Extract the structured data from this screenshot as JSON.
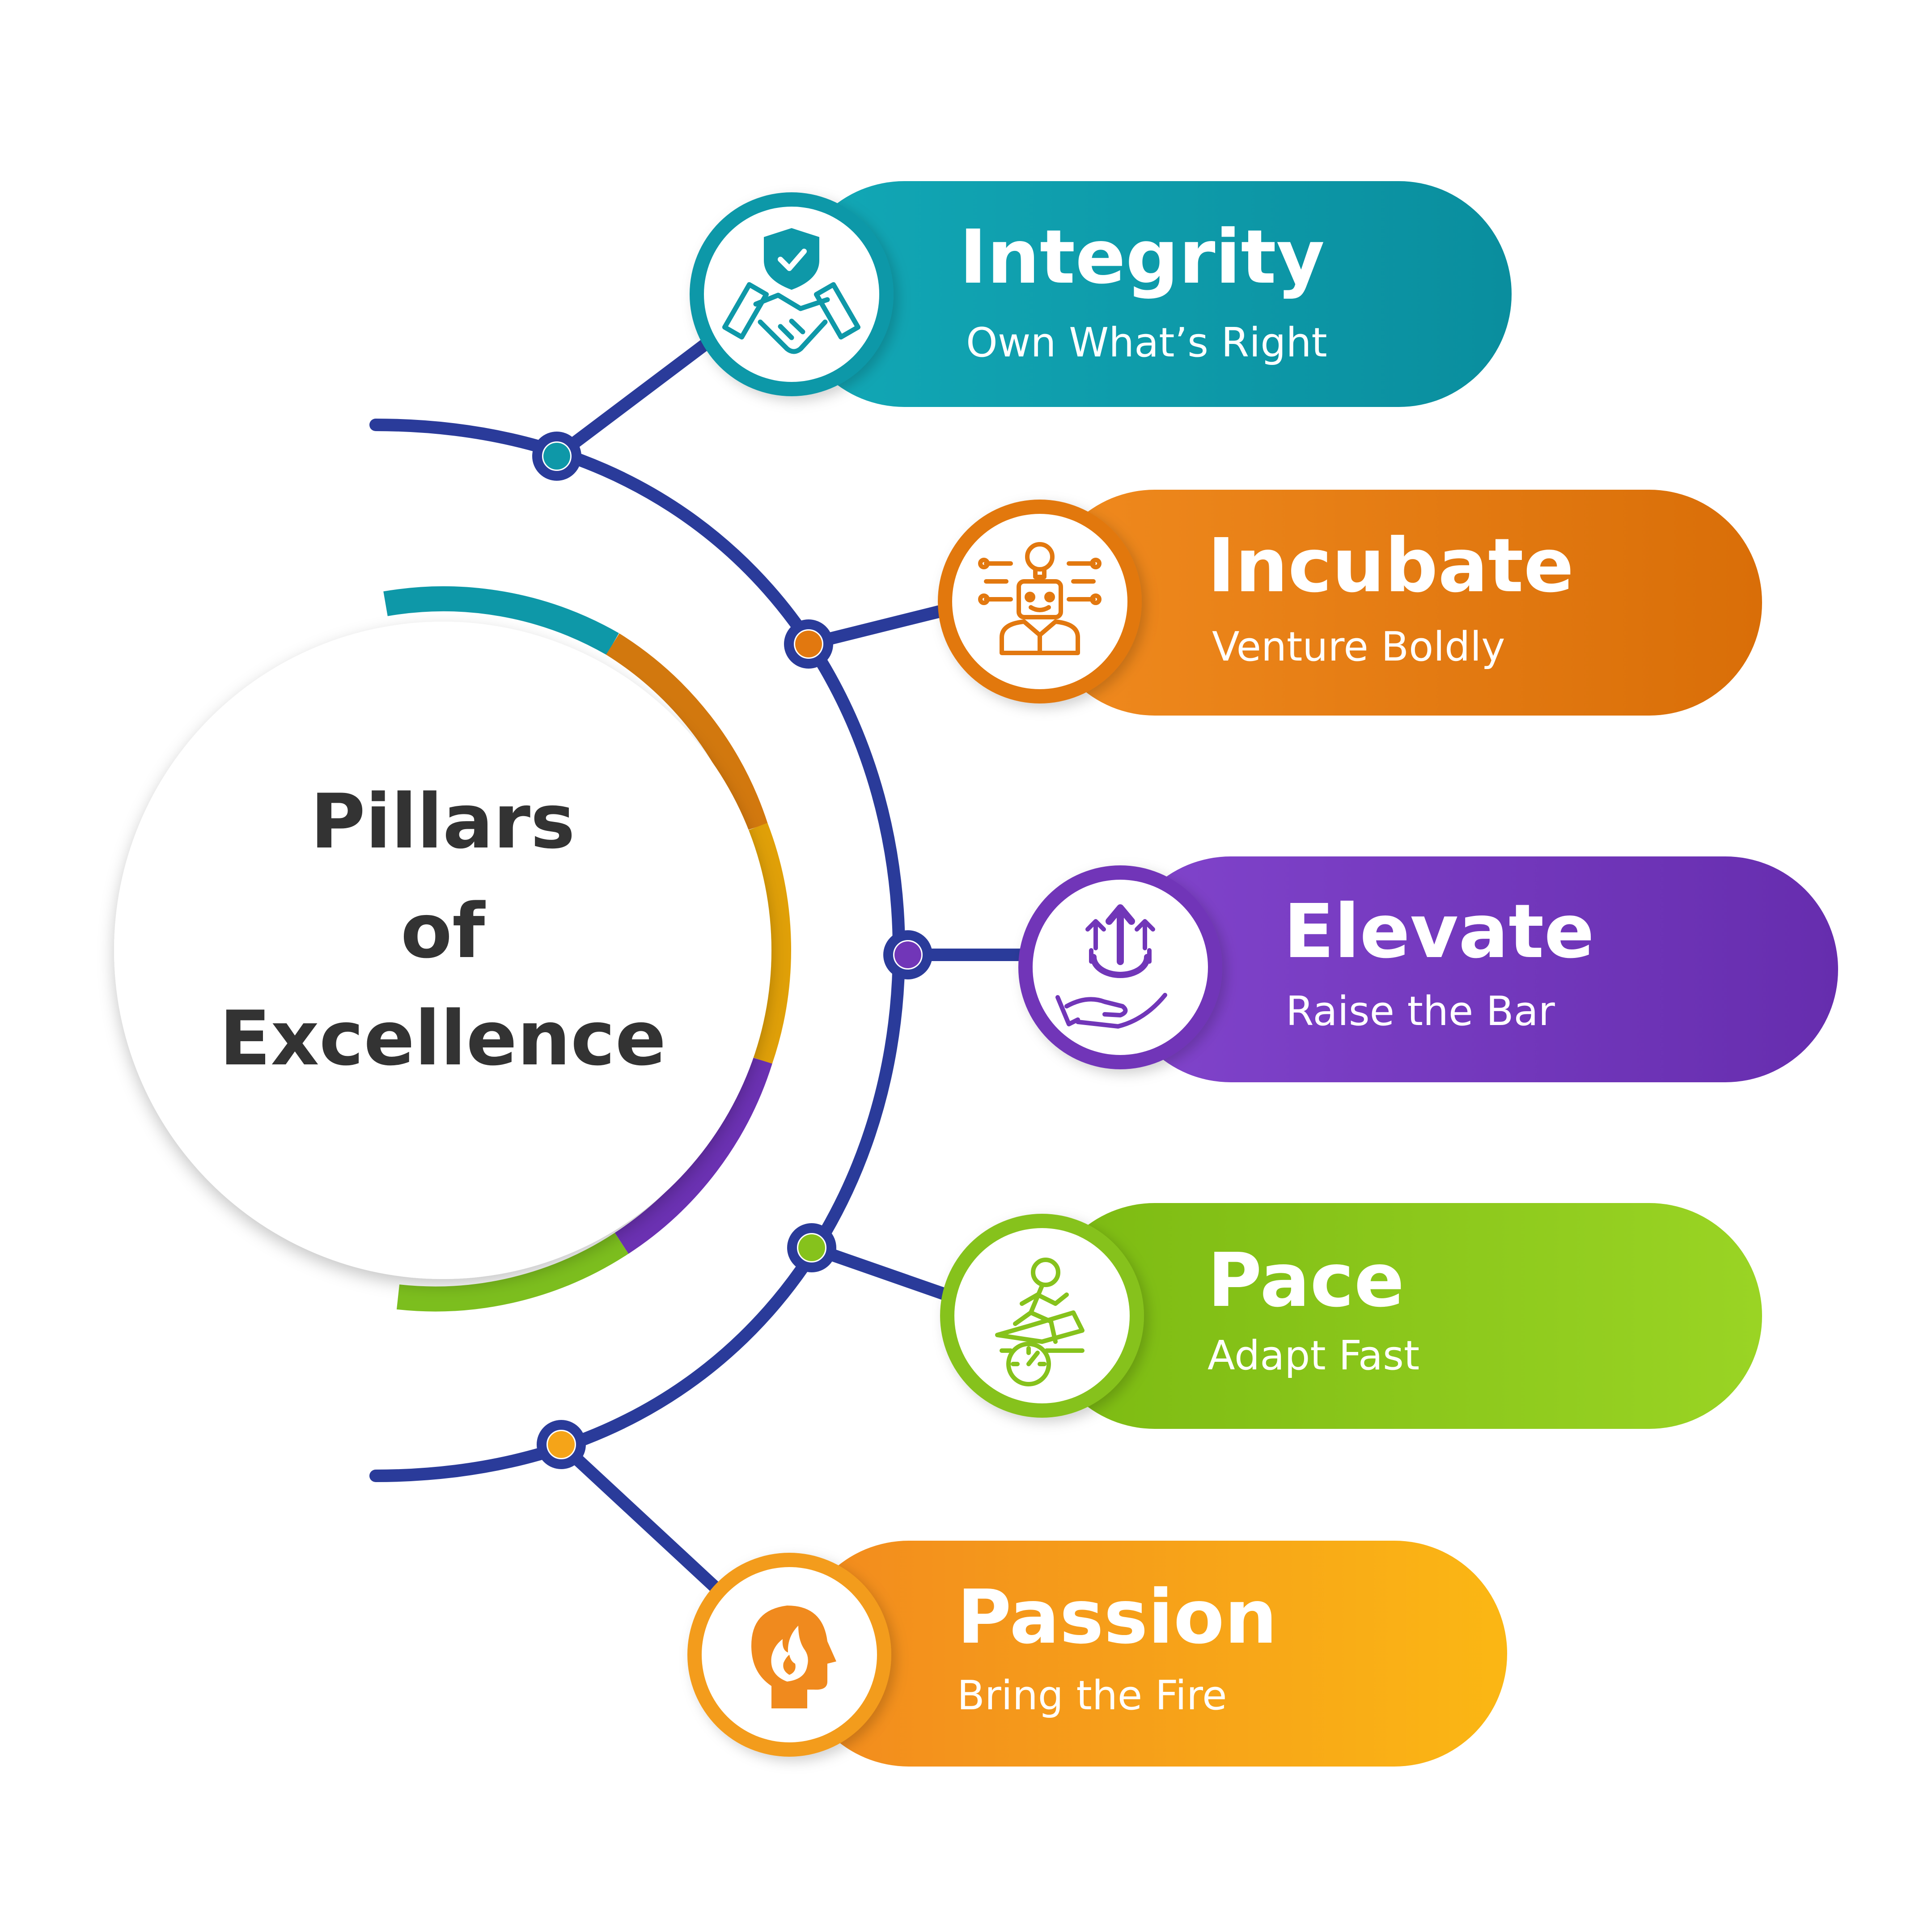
{
  "center": {
    "lines": [
      "Pillars",
      "of",
      "Excellence"
    ]
  },
  "colors": {
    "spine": "#2A3B9A",
    "integrity": "#0E98A8",
    "incubate": "#E2780F",
    "elevate": "#7136B8",
    "pace": "#86C21C",
    "passion": "#F5A418"
  },
  "pillars": [
    {
      "title": "Integrity",
      "subtitle": "Own What’s Right",
      "icon": "handshake-shield-icon"
    },
    {
      "title": "Incubate",
      "subtitle": "Venture Boldly",
      "icon": "idea-person-icon"
    },
    {
      "title": "Elevate",
      "subtitle": "Raise the Bar",
      "icon": "hand-growth-gear-icon"
    },
    {
      "title": "Pace",
      "subtitle": "Adapt Fast",
      "icon": "runner-speedometer-icon"
    },
    {
      "title": "Passion",
      "subtitle": "Bring the Fire",
      "icon": "head-flame-icon"
    }
  ]
}
